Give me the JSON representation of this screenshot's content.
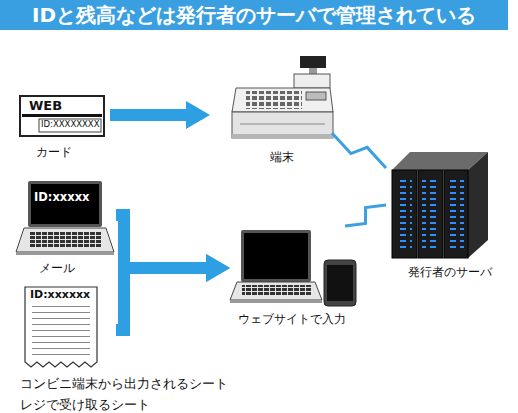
{
  "diagram": {
    "title": "IDと残高などは発行者のサーバで管理されている",
    "nodes": [
      {
        "text": [
          "WEB",
          "ID:XXXXXXXX",
          "カード"
        ]
      },
      {
        "text": [
          "端末"
        ]
      },
      {
        "text": [
          "発行者のサーバ"
        ]
      },
      {
        "text": [
          "ID:xxxxx",
          "メール"
        ]
      },
      {
        "text": [
          "ウェブサイトで入力"
        ]
      },
      {
        "text": [
          "ID:xxxxxx",
          "コンビニ端末から出力されるシート",
          "レジで受け取るシート"
        ]
      }
    ],
    "edges": [
      {
        "from": 0,
        "to": 1,
        "arrow": "to"
      },
      {
        "from": 1,
        "to": 2,
        "arrow": "none"
      },
      {
        "from": 3,
        "to": 4,
        "arrow": "to"
      },
      {
        "from": 5,
        "to": 4,
        "arrow": "to"
      },
      {
        "from": 4,
        "to": 2,
        "arrow": "none"
      }
    ]
  }
}
